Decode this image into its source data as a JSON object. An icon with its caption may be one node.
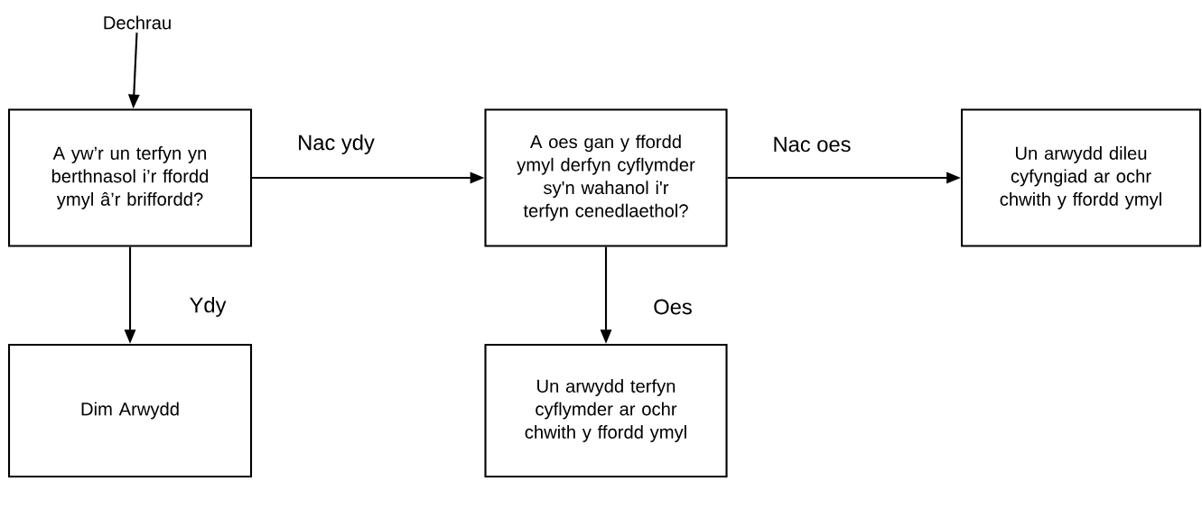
{
  "diagram": {
    "nodes": [
      {
        "text": [
          "Dechrau"
        ]
      },
      {
        "text": [
          "A yw’r un terfyn yn berthnasol i’r ffordd ymyl â’r briffordd?"
        ]
      },
      {
        "text": [
          "A oes gan y ffordd ymyl derfyn cyflymder sy'n wahanol i'r terfyn cenedlaethol?"
        ]
      },
      {
        "text": [
          "Un arwydd dileu cyfyngiad ar ochr chwith y ffordd ymyl"
        ]
      },
      {
        "text": [
          "Dim Arwydd"
        ]
      },
      {
        "text": [
          "Un arwydd terfyn cyflymder ar ochr chwith y ffordd ymyl"
        ]
      }
    ],
    "edges": [
      {
        "from": 0,
        "to": 1,
        "arrow": "to"
      },
      {
        "from": 1,
        "to": 2,
        "arrow": "to",
        "label": "Nac ydy"
      },
      {
        "from": 2,
        "to": 3,
        "arrow": "to",
        "label": "Nac oes"
      },
      {
        "from": 1,
        "to": 4,
        "arrow": "to",
        "label": "Ydy"
      },
      {
        "from": 2,
        "to": 5,
        "arrow": "to",
        "label": "Oes"
      }
    ]
  }
}
